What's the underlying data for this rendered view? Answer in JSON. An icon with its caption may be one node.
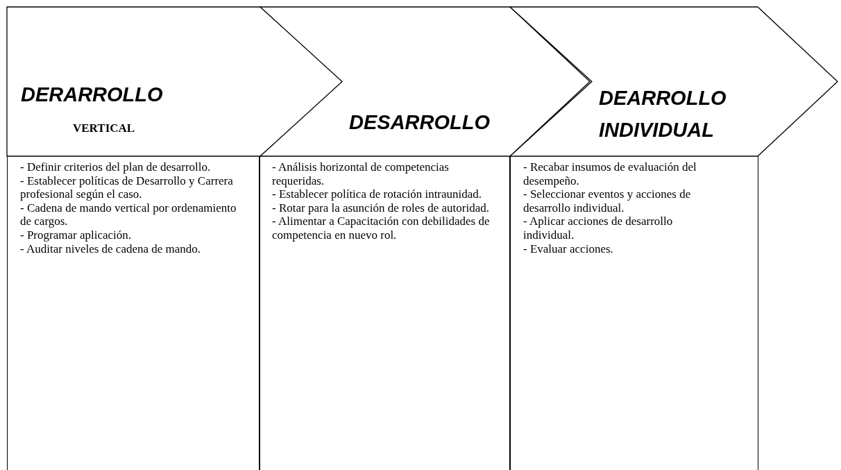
{
  "diagram": {
    "nodes": [
      {
        "text": [
          "DERARROLLO",
          "VERTICAL"
        ]
      },
      {
        "text": [
          "DESARROLLO"
        ]
      },
      {
        "text": [
          "DEARROLLO INDIVIDUAL"
        ]
      },
      {
        "text": [
          "- Definir criterios del plan de desarrollo.",
          "- Establecer políticas de Desarrollo y Carrera profesional según el caso.",
          "- Cadena de mando vertical por ordenamiento de cargos.",
          "- Programar aplicación.",
          "- Auditar niveles de cadena de mando."
        ]
      },
      {
        "text": [
          "- Análisis horizontal de competencias requeridas.",
          "- Establecer política de rotación intraunidad.",
          "- Rotar para la asunción de roles de autoridad.",
          "- Alimentar a Capacitación con debilidades de competencia en nuevo rol."
        ]
      },
      {
        "text": [
          "- Recabar insumos de evaluación del desempeño.",
          "- Seleccionar eventos y acciones de desarrollo individual.",
          "- Aplicar acciones de desarrollo individual.",
          "- Evaluar acciones."
        ]
      }
    ],
    "edges": []
  }
}
